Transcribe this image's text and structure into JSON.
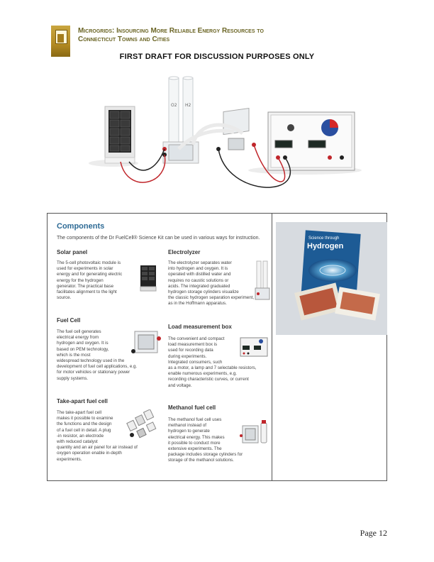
{
  "header": {
    "title_lines": [
      "Microgrids: Insourcing More Reliable Energy Resources to",
      "Connecticut Towns and Cities"
    ],
    "draft_notice": "FIRST DRAFT FOR DISCUSSION PURPOSES ONLY"
  },
  "photo": {
    "o2_label": "O2",
    "h2_label": "H2"
  },
  "components": {
    "title": "Components",
    "intro": "The components of the Dr FuelCell® Science Kit can be used in various ways for instruction.",
    "solar": {
      "title": "Solar panel",
      "lines": [
        "The 5-cell photovoltaic module is",
        "used for experiments in solar",
        "energy and for generating electric",
        "energy for the hydrogen",
        "generator. The practical base",
        "facilitates alignment to the light",
        "source."
      ]
    },
    "fuelcell": {
      "title": "Fuel Cell",
      "lines": [
        "The fuel cell generates",
        "electrical energy from",
        "hydrogen and oxygen. It is",
        "based on PEM technology,",
        "which is the most",
        "widespread technology used in the",
        "development of fuel cell applications, e.g.",
        "for motor vehicles or stationary power",
        "supply systems."
      ]
    },
    "takeapart": {
      "title": "Take-apart fuel cell",
      "lines": [
        "The take-apart fuel cell",
        "makes it possible to examine",
        "the functions and the design",
        "of a fuel cell in detail. A plug",
        "-in resistor, an electrode",
        "with reduced catalyst",
        "quantity and an air panel for air instead of",
        "oxygen operation enable in-depth",
        "experiments."
      ]
    },
    "electrolyzer": {
      "title": "Electrolyzer",
      "lines": [
        "The electrolyzer separates water",
        "into hydrogen and oxygen. It is",
        "operated with distilled water and",
        "requires no caustic solutions or",
        "acids. The integrated graduated",
        "hydrogen storage cylinders visualize",
        "the classic hydrogen separation experiment,",
        "as in the Hoffmann apparatus."
      ]
    },
    "loadbox": {
      "title": "Load measurement box",
      "lines": [
        "The convenient and compact",
        "load measurement box is",
        "used for recording data",
        "during experiments.",
        "Integrated consumers, such",
        "as a motor, a lamp and 7 selectable resistors,",
        "enable numerous experiments, e.g.",
        "recording characteristic curves, or current",
        "and voltage."
      ]
    },
    "methanol": {
      "title": "Methanol fuel cell",
      "lines": [
        "The methanol fuel cell uses",
        "methanol instead of",
        "hydrogen to generate",
        "electrical energy. This makes",
        "it possible to conduct more",
        "extensive experiments. The",
        "package includes storage cylinders for",
        "storage of the methanol solutions."
      ]
    }
  },
  "brochure": {
    "line1": "Science through",
    "line2": "Hydrogen"
  },
  "footer": {
    "page": "Page 12"
  }
}
